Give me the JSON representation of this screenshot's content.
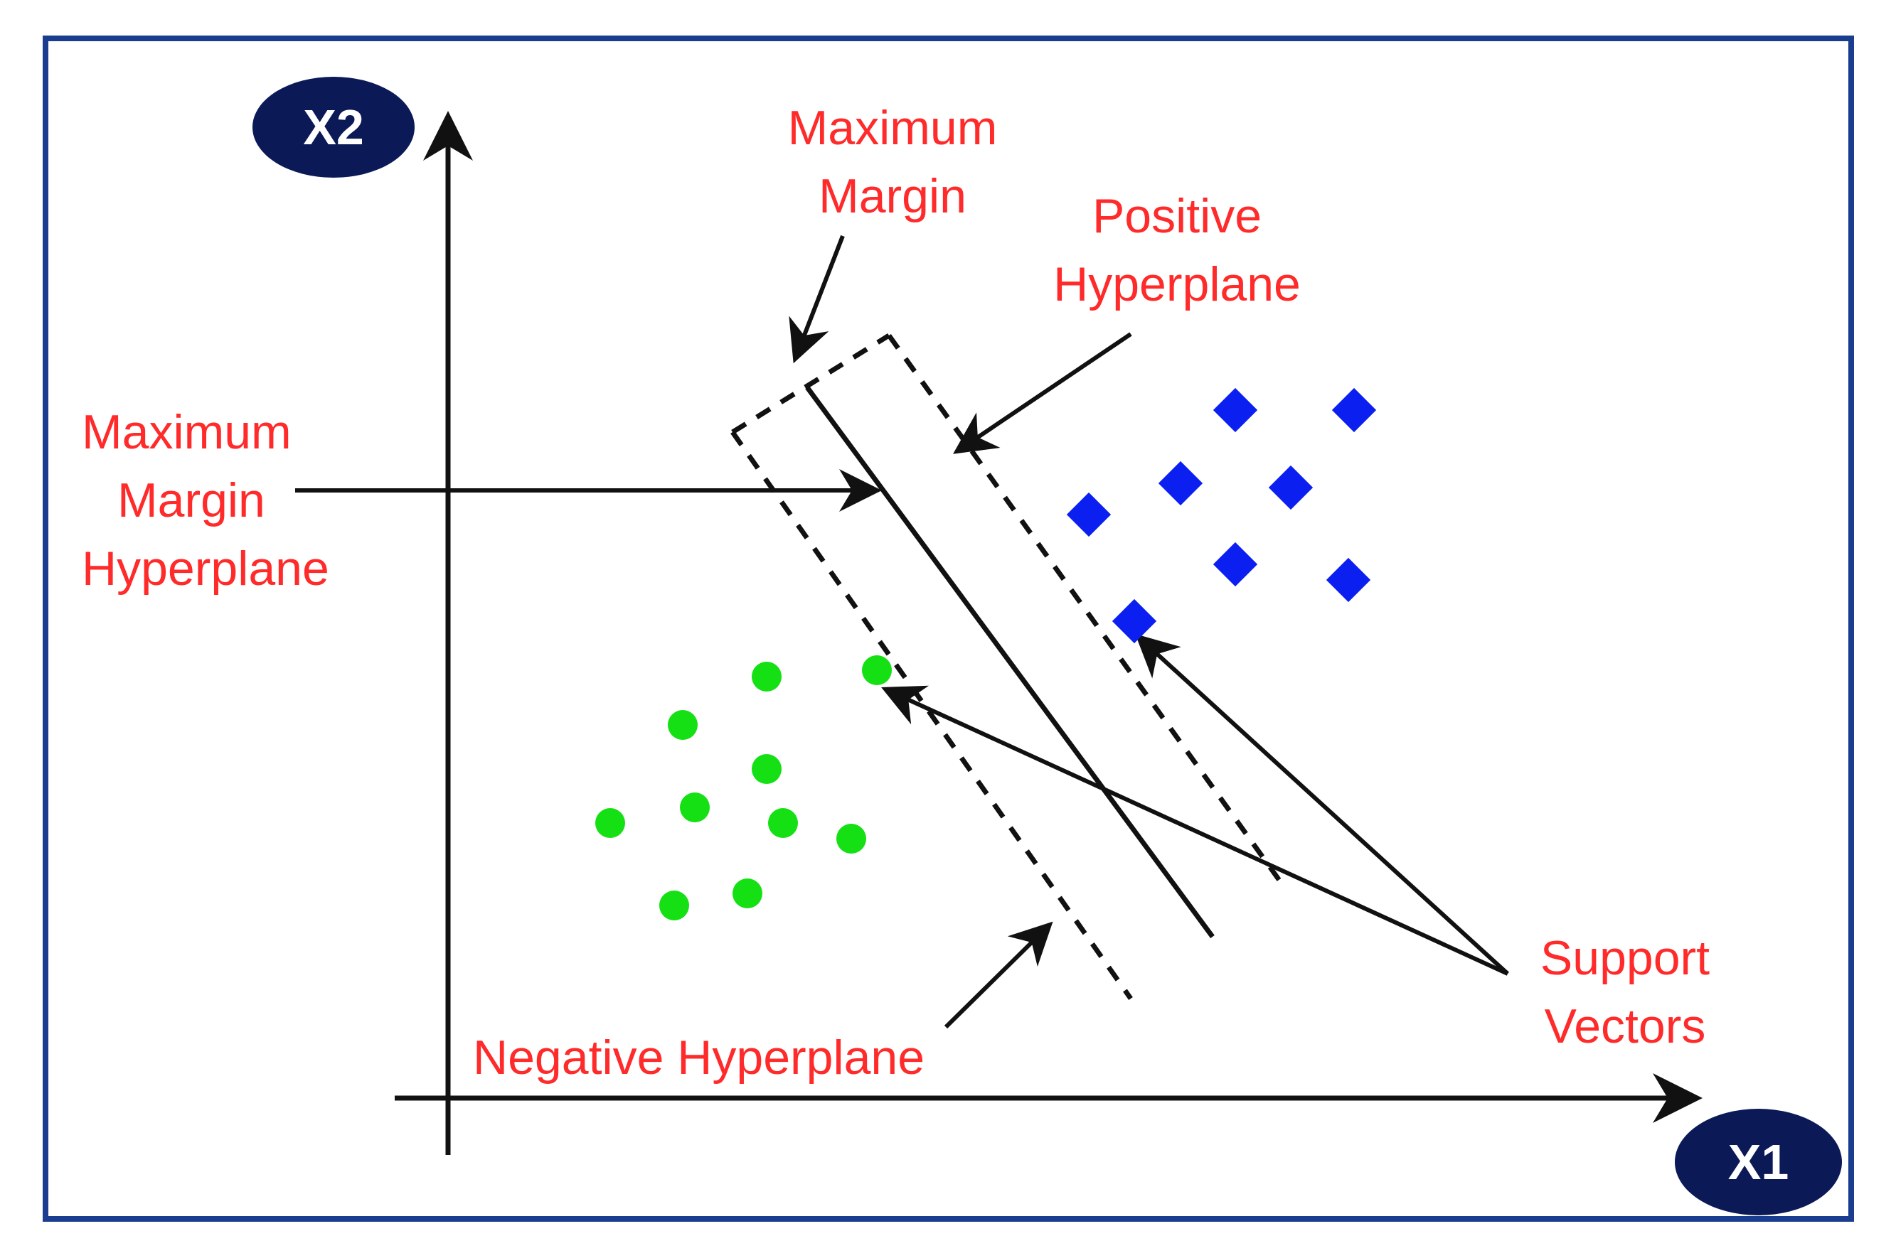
{
  "colors": {
    "frame": "#1b3d8f",
    "label": "#ff2a2a",
    "badge": "#0b1a57",
    "positive_class": "#0a1ff0",
    "negative_class": "#14e014",
    "line": "#111111"
  },
  "axes": {
    "x_badge": "X1",
    "y_badge": "X2"
  },
  "labels": {
    "top_margin": [
      "Maximum",
      "Margin"
    ],
    "positive_hyperplane": [
      "Positive",
      "Hyperplane"
    ],
    "max_margin_hyperplane": [
      "Maximum",
      "Margin",
      "Hyperplane"
    ],
    "support_vectors": [
      "Support",
      "Vectors"
    ],
    "negative_hyperplane": "Negative Hyperplane"
  },
  "icons": {
    "positive_marker": "diamond-icon",
    "negative_marker": "circle-icon",
    "arrow": "arrow-icon"
  }
}
